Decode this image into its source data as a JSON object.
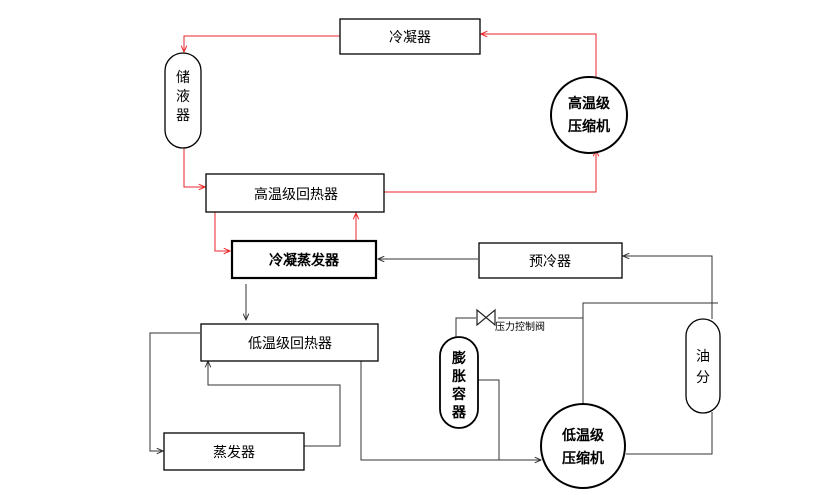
{
  "colors": {
    "high_temp_loop": "#e8262b",
    "low_temp_loop": "#000000",
    "box_stroke": "#000000"
  },
  "components": {
    "condenser": "冷凝器",
    "receiver_line1": "储",
    "receiver_line2": "液",
    "receiver_line3": "器",
    "ht_compressor_line1": "高温级",
    "ht_compressor_line2": "压缩机",
    "ht_regenerator": "高温级回热器",
    "cascade_condenser_evaporator": "冷凝蒸发器",
    "precooler": "预冷器",
    "lt_regenerator": "低温级回热器",
    "expansion_vessel_line1": "膨",
    "expansion_vessel_line2": "胀",
    "expansion_vessel_line3": "容",
    "expansion_vessel_line4": "器",
    "oil_separator_line1": "油",
    "oil_separator_line2": "分",
    "evaporator": "蒸发器",
    "lt_compressor_line1": "低温级",
    "lt_compressor_line2": "压缩机",
    "pressure_valve_label": "压力控制阀"
  }
}
